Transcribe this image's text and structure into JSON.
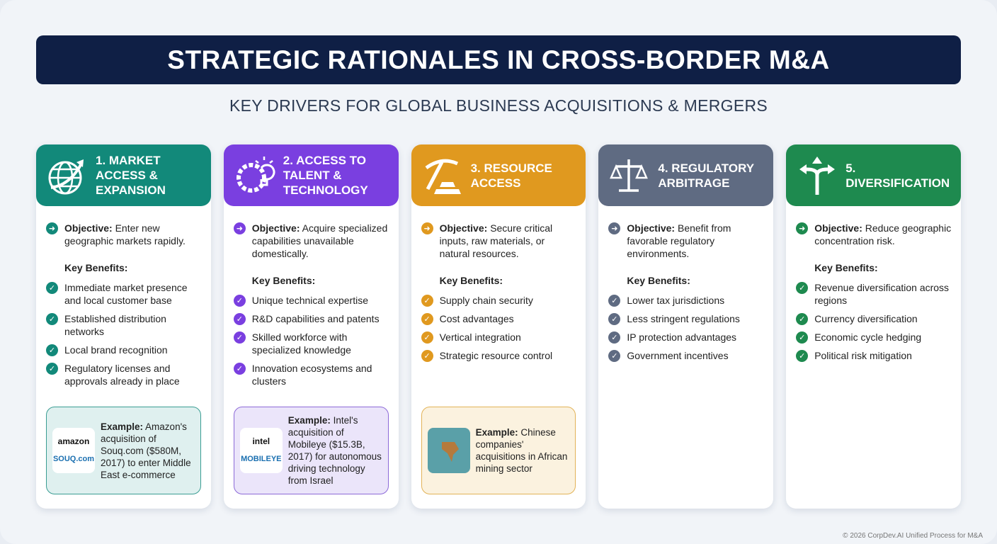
{
  "title": "STRATEGIC RATIONALES IN CROSS-BORDER M&A",
  "subtitle": "KEY DRIVERS FOR GLOBAL BUSINESS ACQUISITIONS & MERGERS",
  "columns": [
    {
      "title": "1. Market Access & Expansion",
      "icon": "globe-arrow-icon",
      "color": "#12897a",
      "objective_label": "Objective:",
      "objective": "Enter new geographic markets rapidly.",
      "benefits_label": "Key Benefits:",
      "benefits": [
        "Immediate market presence and local customer base",
        "Established distribution networks",
        "Local brand recognition",
        "Regulatory licenses and approvals already in place"
      ],
      "example": {
        "label": "Example:",
        "text": "Amazon's acquisition of Souq.com ($580M, 2017) to enter Middle East e-commerce",
        "logo": [
          "amazon",
          "SOUQ.com"
        ],
        "bg": "#dff0ef",
        "border": "#3a9d93"
      }
    },
    {
      "title": "2. Access to Talent & Technology",
      "icon": "gear-brain-bulb-icon",
      "color": "#7a3fe0",
      "objective_label": "Objective:",
      "objective": "Acquire specialized capabilities unavailable domestically.",
      "benefits_label": "Key Benefits:",
      "benefits": [
        "Unique technical expertise",
        "R&D capabilities and patents",
        "Skilled workforce with specialized knowledge",
        "Innovation ecosystems and clusters"
      ],
      "example": {
        "label": "Example:",
        "text": "Intel's acquisition of Mobileye ($15.3B, 2017) for autonomous driving technology from Israel",
        "logo": [
          "intel",
          "MOBILEYE"
        ],
        "bg": "#ebe5fa",
        "border": "#8d6ad8"
      }
    },
    {
      "title": "3. Resource Access",
      "icon": "pickaxe-gold-icon",
      "color": "#e0991f",
      "objective_label": "Objective:",
      "objective": "Secure critical inputs, raw materials, or natural resources.",
      "benefits_label": "Key Benefits:",
      "benefits": [
        "Supply chain security",
        "Cost advantages",
        "Vertical integration",
        "Strategic resource control"
      ],
      "example": {
        "label": "Example:",
        "text": "Chinese companies' acquisitions in African mining sector",
        "logo": [],
        "bg": "#fbf2df",
        "border": "#e2b357"
      }
    },
    {
      "title": "4. Regulatory Arbitrage",
      "icon": "scales-shield-icon",
      "color": "#5f6b82",
      "objective_label": "Objective:",
      "objective": "Benefit from favorable regulatory environments.",
      "benefits_label": "Key Benefits:",
      "benefits": [
        "Lower tax jurisdictions",
        "Less stringent regulations",
        "IP protection advantages",
        "Government incentives"
      ]
    },
    {
      "title": "5. Diversification",
      "icon": "split-arrows-icon",
      "color": "#1e8a4f",
      "objective_label": "Objective:",
      "objective": "Reduce geographic concentration risk.",
      "benefits_label": "Key Benefits:",
      "benefits": [
        "Revenue diversification across regions",
        "Currency diversification",
        "Economic cycle hedging",
        "Political risk mitigation"
      ]
    }
  ],
  "footer": "© 2026 CorpDev.AI Unified Process for M&A"
}
